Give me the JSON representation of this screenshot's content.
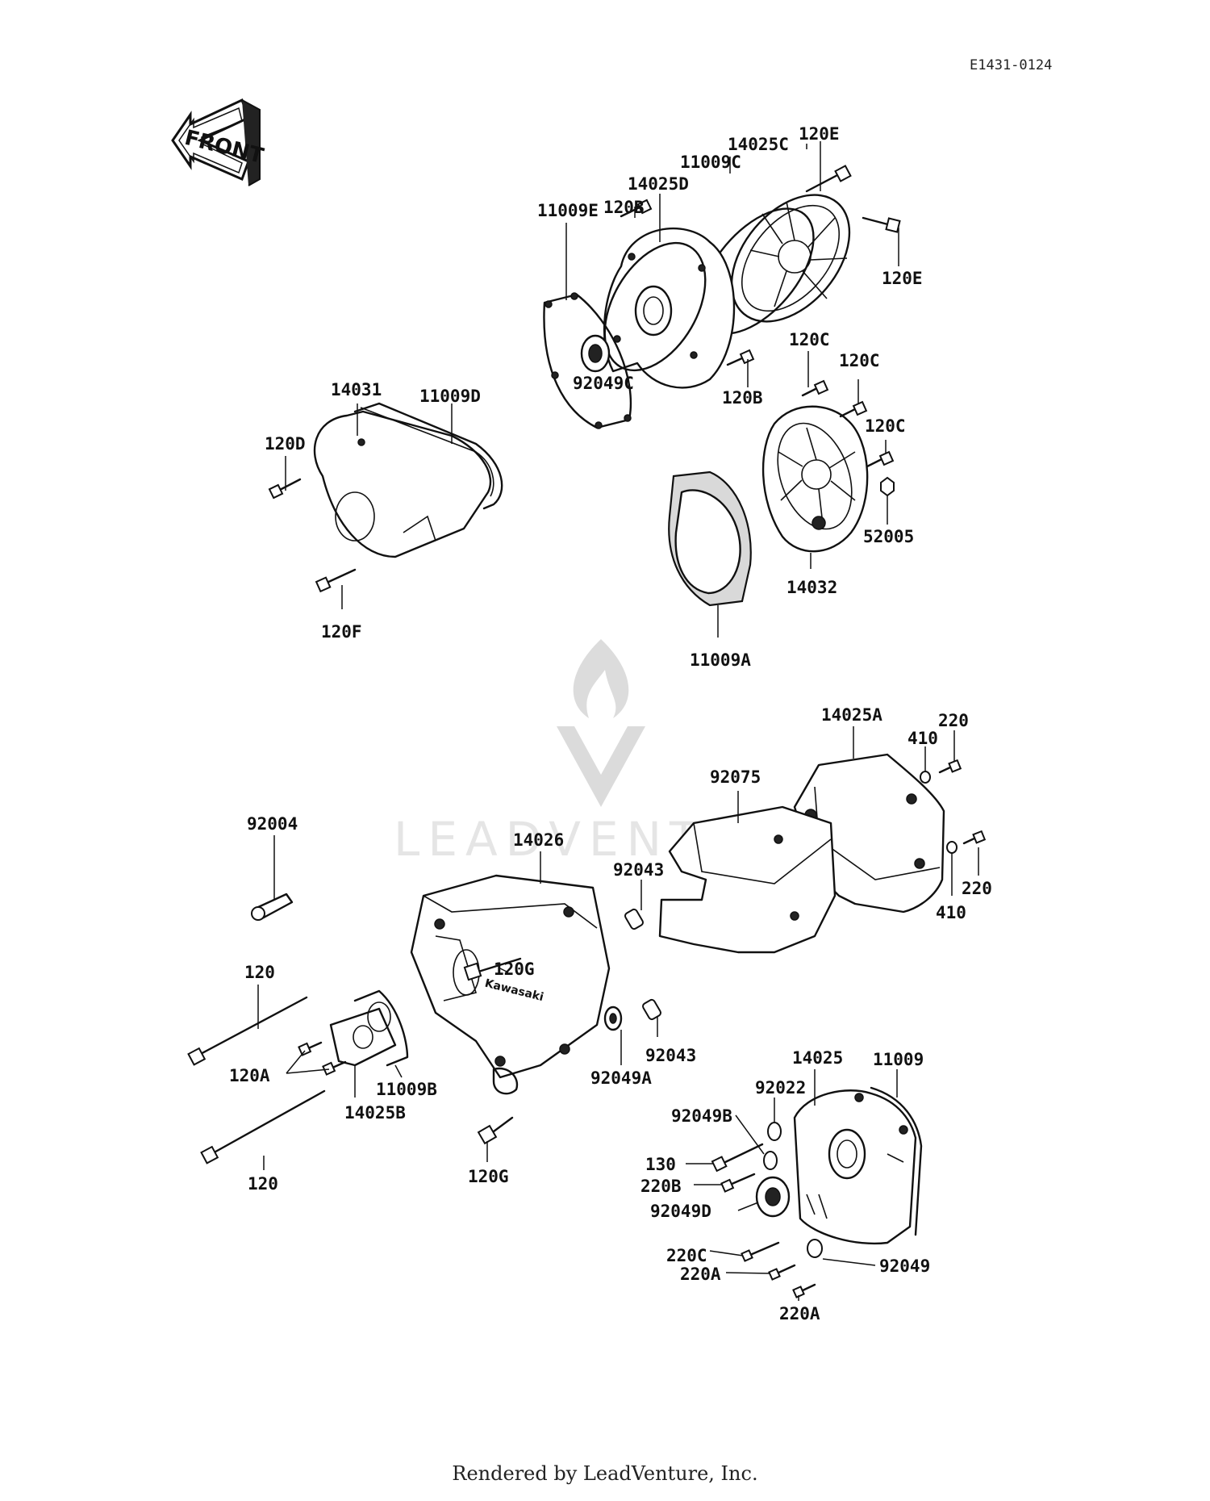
{
  "diagram_id": "E1431-0124",
  "front_arrow_text": "FRONT",
  "watermark_text": "LEADVENTURE",
  "footer": "Rendered by LeadVenture, Inc.",
  "labels": {
    "p14025C": "14025C",
    "p120E_top": "120E",
    "p11009C": "11009C",
    "p14025D": "14025D",
    "p120B_top": "120B",
    "p11009E": "11009E",
    "p120E_right": "120E",
    "p92049C": "92049C",
    "p120B_mid": "120B",
    "p120C_1": "120C",
    "p120C_2": "120C",
    "p120C_3": "120C",
    "p14031": "14031",
    "p11009D": "11009D",
    "p120D": "120D",
    "p120F": "120F",
    "p52005": "52005",
    "p14032": "14032",
    "p11009A": "11009A",
    "p14025A": "14025A",
    "p220_top": "220",
    "p410_top": "410",
    "p92075": "92075",
    "p92004": "92004",
    "p14026": "14026",
    "p92043_top": "92043",
    "p220_right": "220",
    "p410_bottom": "410",
    "p120G_upper": "120G",
    "p120_upper": "120",
    "p120A": "120A",
    "p11009B": "11009B",
    "p14025B": "14025B",
    "p92049A": "92049A",
    "p92043_bottom": "92043",
    "p120G_lower": "120G",
    "p120_lower": "120",
    "p14025": "14025",
    "p11009": "11009",
    "p92022": "92022",
    "p92049B": "92049B",
    "p130": "130",
    "p220B": "220B",
    "p92049D": "92049D",
    "p220C": "220C",
    "p220A_1": "220A",
    "p92049": "92049",
    "p220A_2": "220A"
  },
  "icons": {
    "front": "front-arrow-icon",
    "watermark": "leadventure-flame-logo-icon"
  }
}
